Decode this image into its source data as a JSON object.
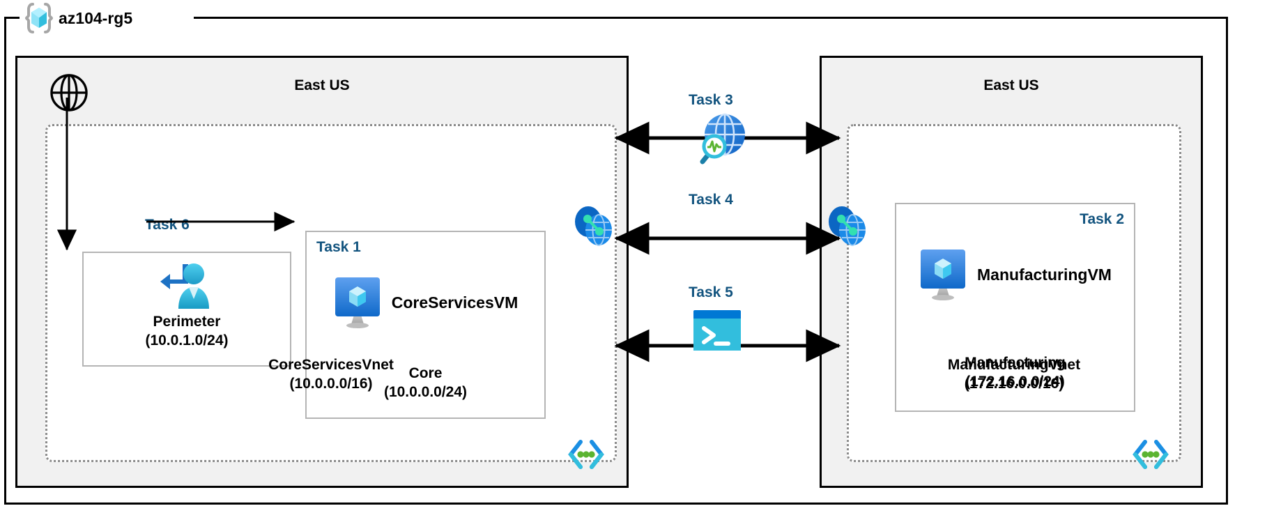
{
  "resource_group": {
    "name": "az104-rg5",
    "icon": "resource-group-cube-icon"
  },
  "regions": [
    {
      "id": "left",
      "title": "East US"
    },
    {
      "id": "right",
      "title": "East US"
    }
  ],
  "internet": {
    "icon": "internet-globe-icon"
  },
  "vnets": [
    {
      "id": "core-services-vnet",
      "name": "CoreServicesVnet",
      "cidr": "(10.0.0.0/16)",
      "corner_icon": "subnet-brackets-icon",
      "subnets": [
        {
          "id": "perimeter",
          "task": "Task 6",
          "name": "Perimeter",
          "cidr": "(10.0.1.0/24)",
          "icon": "user-with-arrow-icon"
        },
        {
          "id": "core",
          "task": "Task 1",
          "name": "Core",
          "cidr": "(10.0.0.0/24)",
          "vm": {
            "name": "CoreServicesVM",
            "icon": "virtual-machine-icon"
          }
        }
      ]
    },
    {
      "id": "manufacturing-vnet",
      "name": "ManufacturingVnet",
      "cidr": "(172.16.0.0/16)",
      "corner_icon": "subnet-brackets-icon",
      "subnets": [
        {
          "id": "manufacturing",
          "task": "Task 2",
          "name": "Manufacturing",
          "cidr": "(172.16.0.0/24)",
          "vm": {
            "name": "ManufacturingVM",
            "icon": "virtual-machine-icon"
          }
        }
      ]
    }
  ],
  "connections": [
    {
      "id": "task3",
      "label": "Task 3",
      "icon": "network-watcher-globe-icon",
      "direction": "bidirectional"
    },
    {
      "id": "task4",
      "label": "Task 4",
      "icon": "none",
      "direction": "bidirectional"
    },
    {
      "id": "task5",
      "label": "Task 5",
      "icon": "cloud-shell-terminal-icon",
      "direction": "bidirectional"
    }
  ],
  "peering": [
    {
      "id": "peering-left",
      "icon": "vnet-peering-icon"
    },
    {
      "id": "peering-right",
      "icon": "vnet-peering-icon"
    }
  ],
  "colors": {
    "task_label": "#13547f",
    "region_fill": "#f1f1f1",
    "vnet_border": "#8a8a8a",
    "subnet_border": "#b4b4b4",
    "frame": "#000000",
    "azure_blue": "#0078d4",
    "cyan": "#32bedd",
    "green_dot": "#5bb431"
  }
}
